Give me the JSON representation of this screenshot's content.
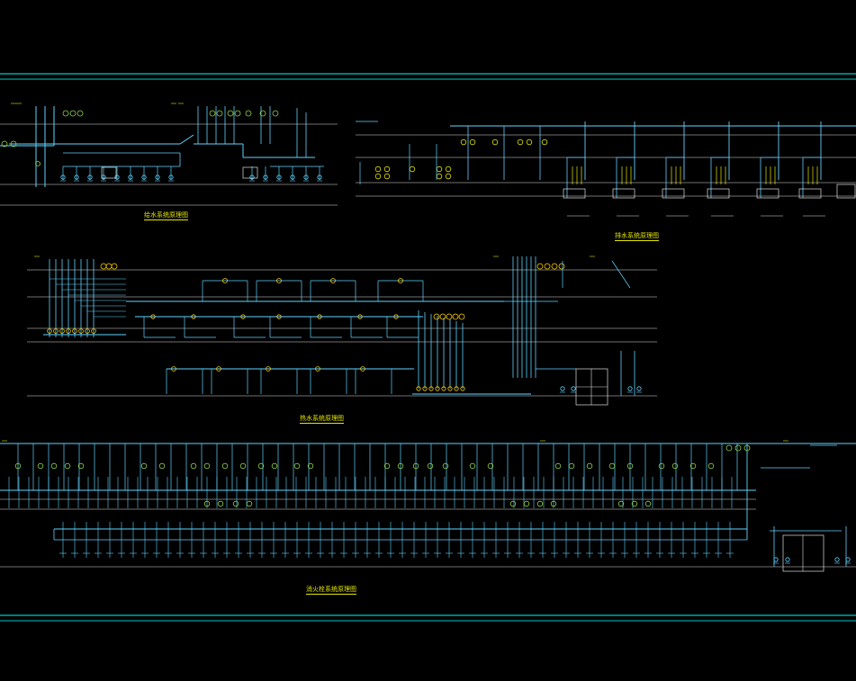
{
  "colors": {
    "background": "#000000",
    "frame": "#00e5e5",
    "pipe": "#5fd3ff",
    "riser": "#66ccff",
    "white": "#e0e0e0",
    "fixture": "#e5e500",
    "fixture_green": "#8fd44a",
    "valve": "#ffcc00",
    "title": "#e5e500"
  },
  "diagram": {
    "type": "plumbing-system-schematic",
    "sections": [
      {
        "id": "cold-water",
        "title": "给水系统原理图"
      },
      {
        "id": "drainage",
        "title": "排水系统原理图"
      },
      {
        "id": "hot-water",
        "title": "热水系统原理图"
      },
      {
        "id": "fire",
        "title": "消火栓系统原理图"
      }
    ],
    "notes": []
  }
}
